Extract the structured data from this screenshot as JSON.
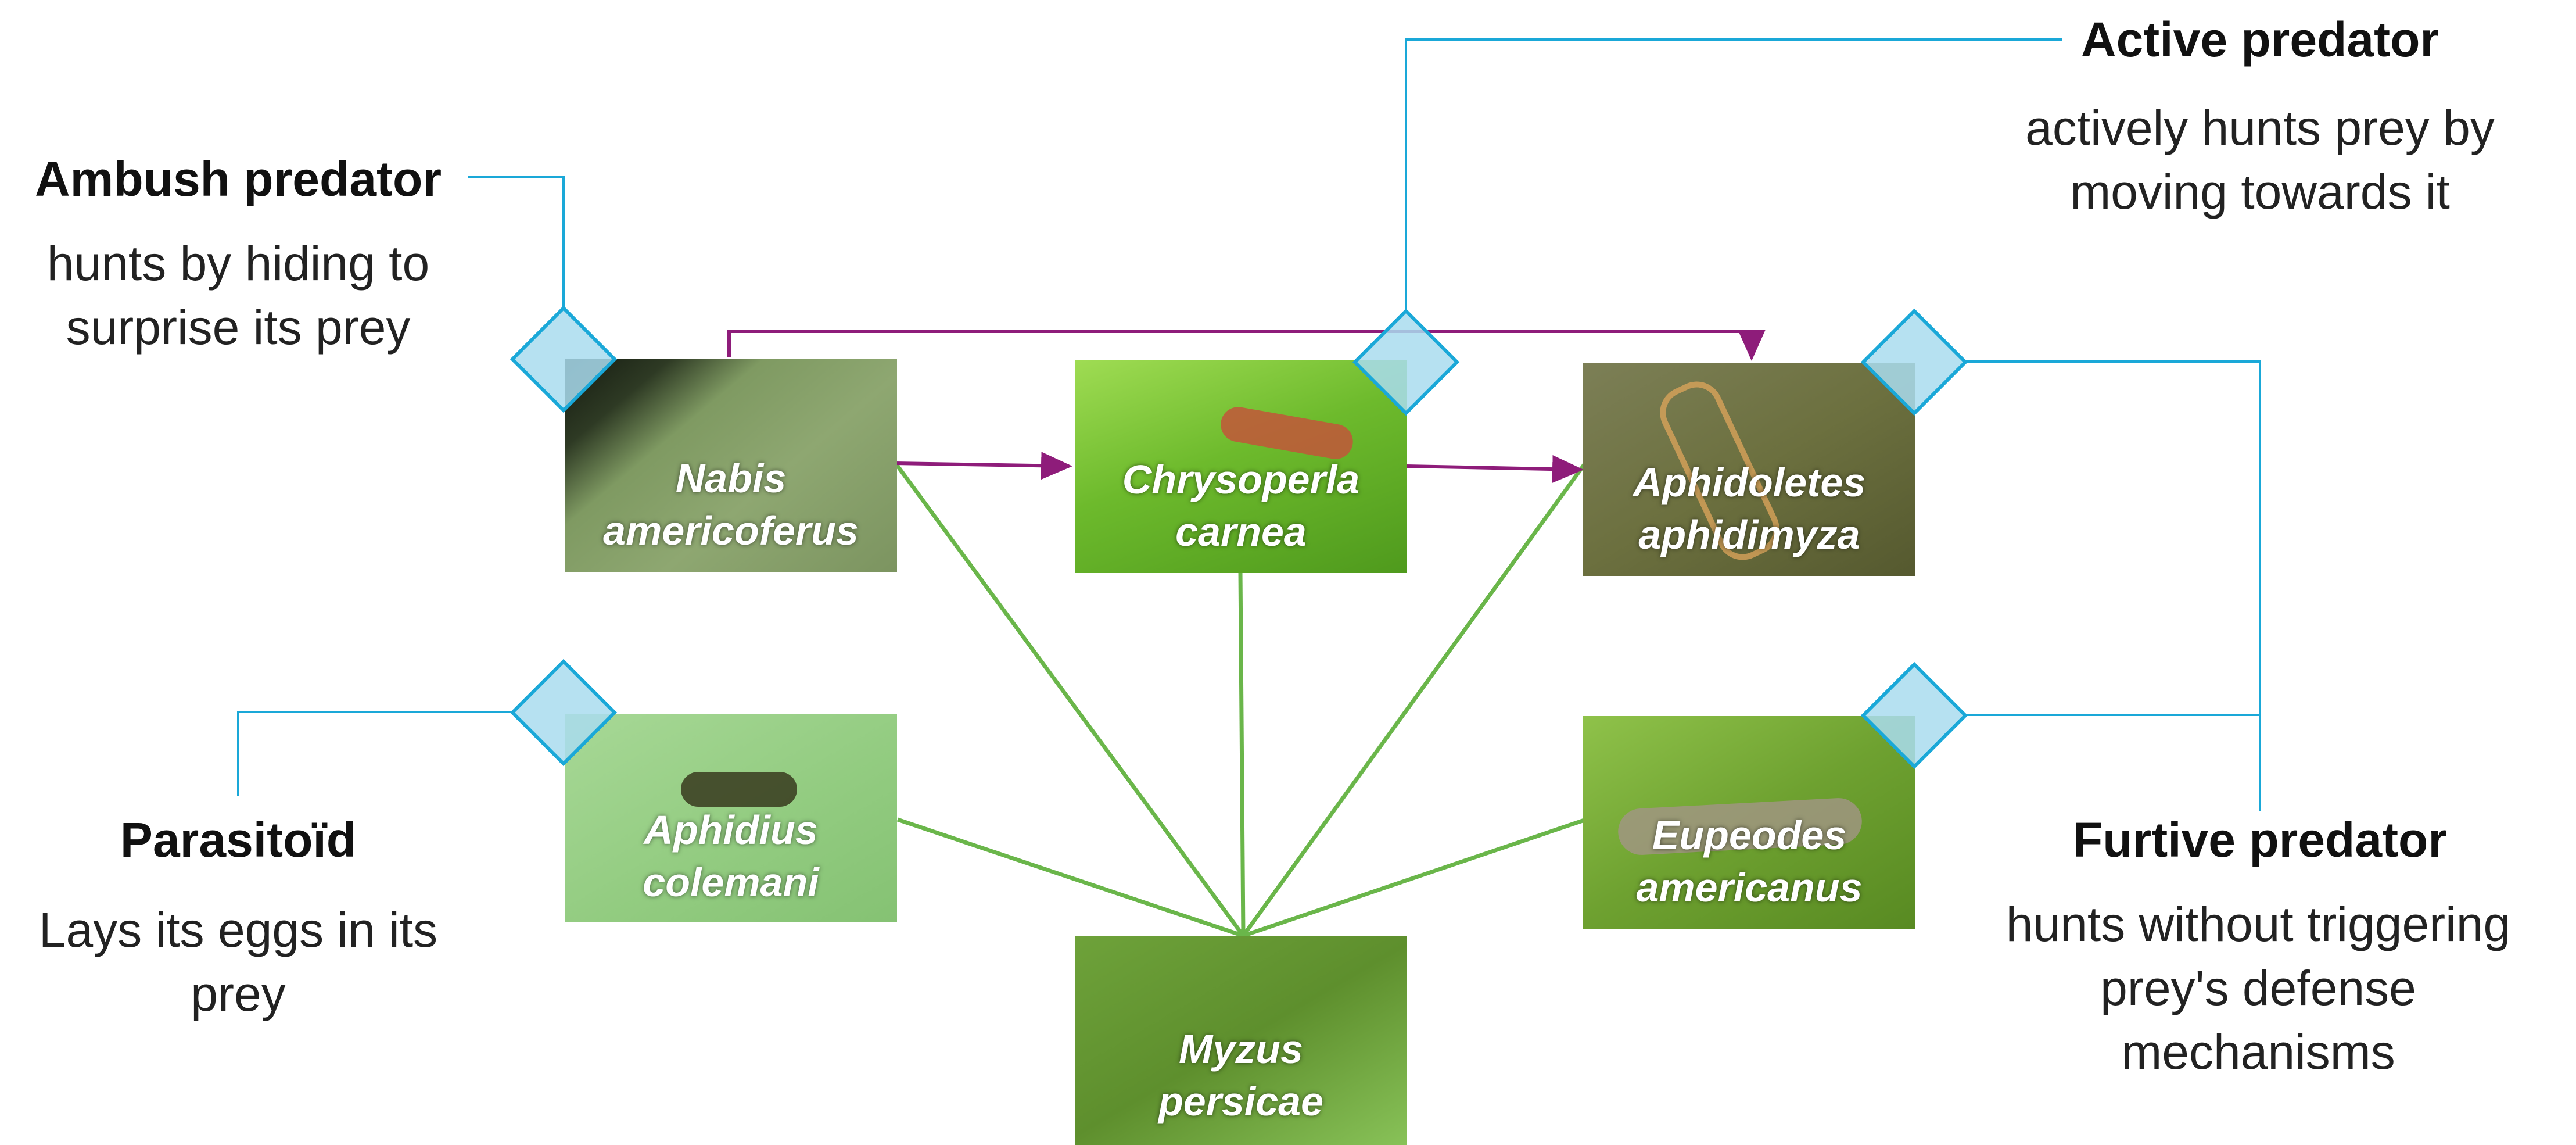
{
  "species": [
    {
      "id": "nabis",
      "line1": "Nabis",
      "line2": "americoferus"
    },
    {
      "id": "chrysoperla",
      "line1": "Chrysoperla",
      "line2": "carnea"
    },
    {
      "id": "aphidoletes",
      "line1": "Aphidoletes",
      "line2": "aphidimyza"
    },
    {
      "id": "aphidius",
      "line1": "Aphidius",
      "line2": "colemani"
    },
    {
      "id": "eupeodes",
      "line1": "Eupeodes",
      "line2": "americanus"
    },
    {
      "id": "myzus",
      "line1": "Myzus",
      "line2": "persicae"
    }
  ],
  "categories": {
    "ambush": {
      "title": "Ambush predator",
      "desc_line1": "hunts by hiding to",
      "desc_line2": "surprise its prey"
    },
    "active": {
      "title": "Active predator",
      "desc_line1": "actively hunts prey by",
      "desc_line2": "moving towards it"
    },
    "parasitoid": {
      "title": "Parasitoïd",
      "desc_line1": "Lays its eggs in its",
      "desc_line2": "prey"
    },
    "furtive": {
      "title": "Furtive predator",
      "desc_line1": "hunts without triggering",
      "desc_line2": "prey's defense",
      "desc_line3": "mechanisms"
    }
  },
  "colors": {
    "predation_arrow": "#8e1c7a",
    "prey_link": "#6ab64a",
    "category_connector": "#1aa8d8",
    "marker_fill": "#a9dcef"
  }
}
